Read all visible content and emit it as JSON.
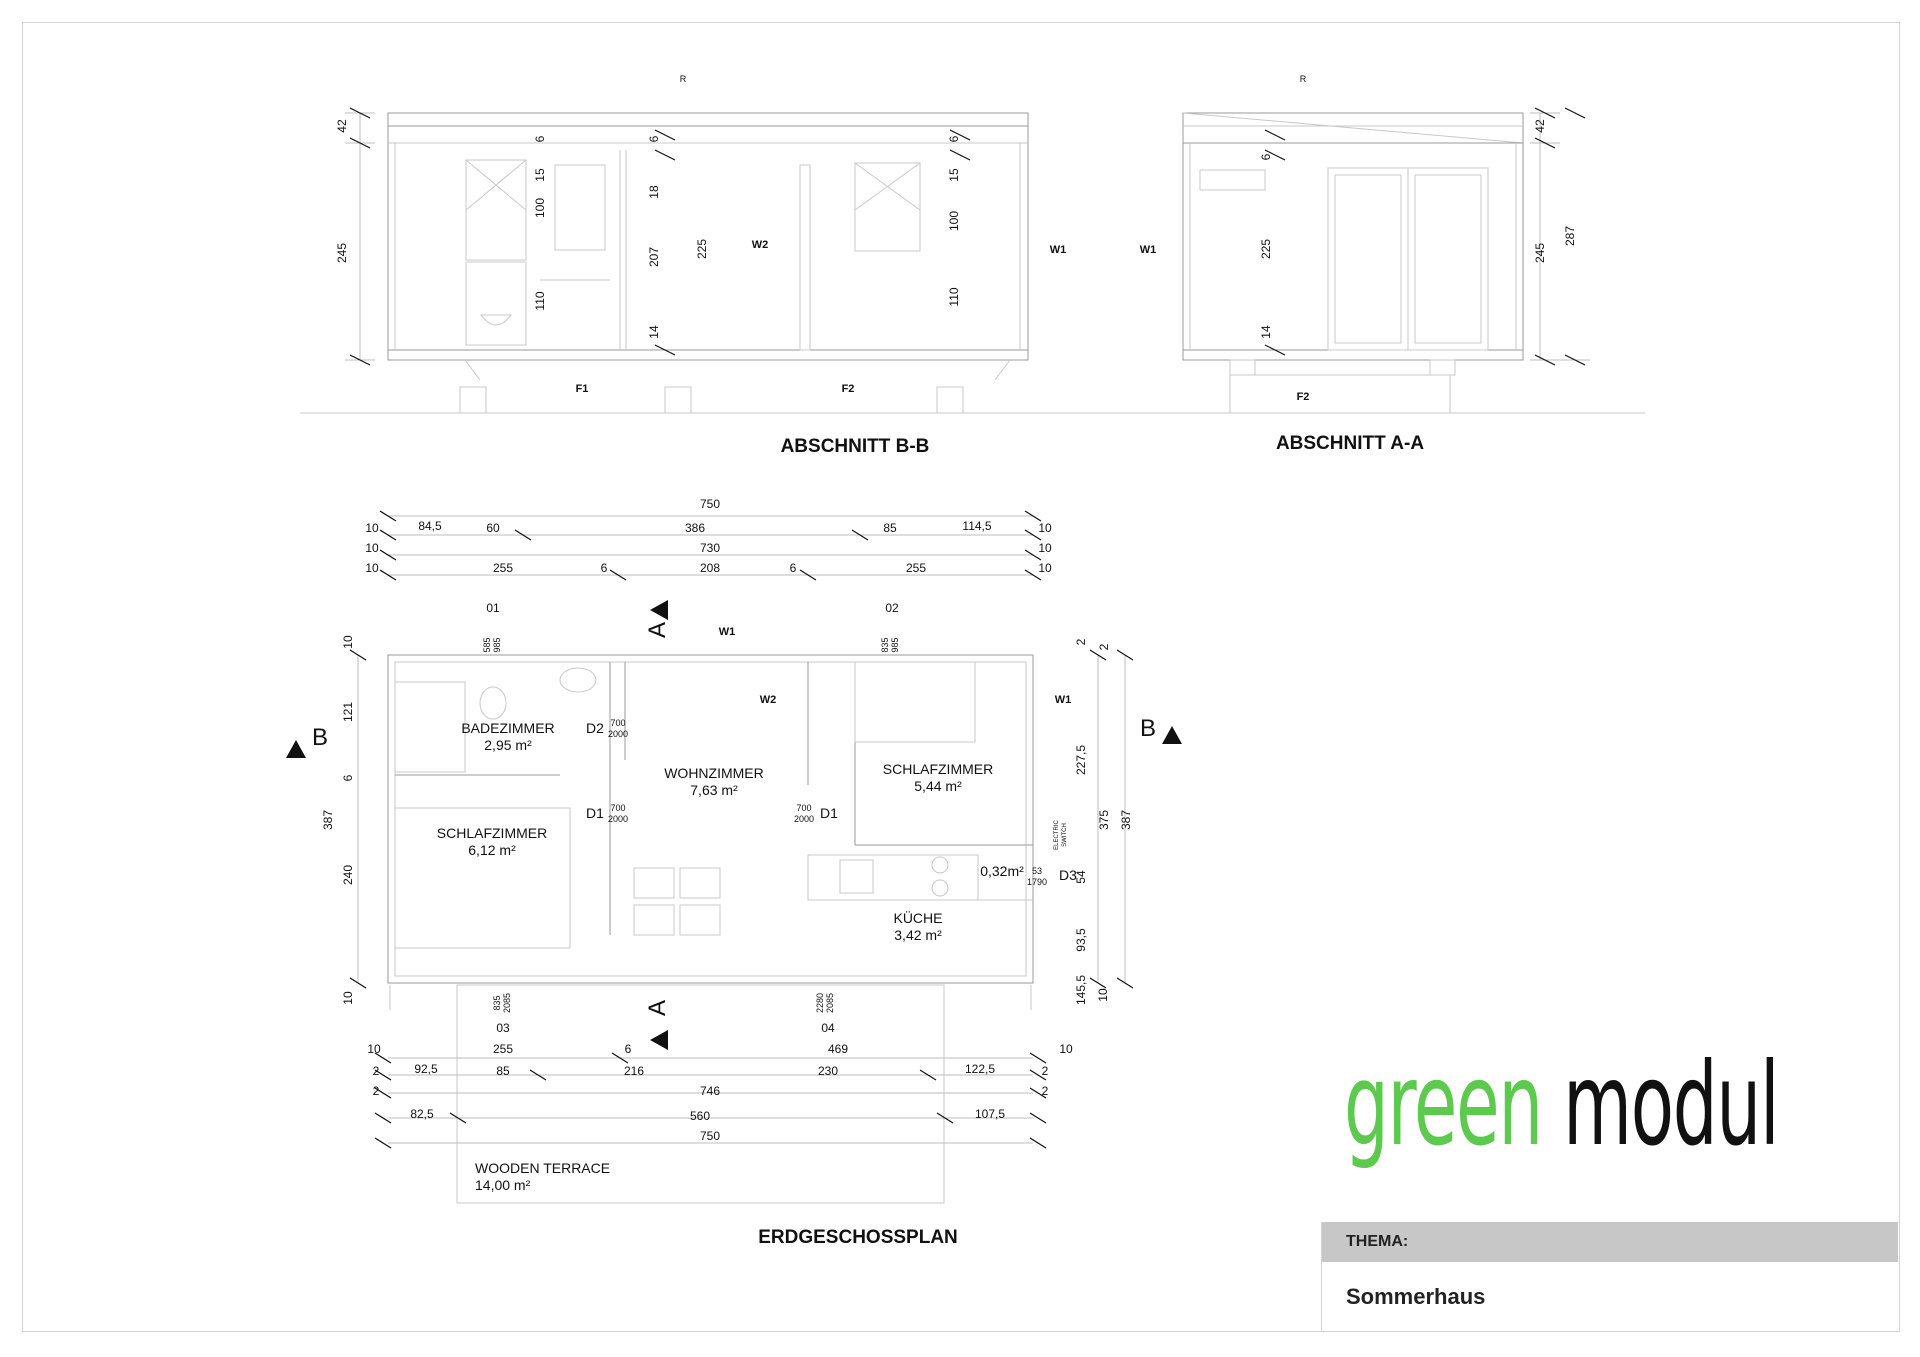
{
  "sections": {
    "bb_title": "ABSCHNITT B-B",
    "aa_title": "ABSCHNITT A-A",
    "plan_title": "ERDGESCHOSSPLAN"
  },
  "section_bb_labels": {
    "roof": "R",
    "h42": "42",
    "h245": "245",
    "h6a": "6",
    "h15a": "15",
    "h100a": "100",
    "h110a": "110",
    "h6b": "6",
    "h18": "18",
    "h207": "207",
    "h14": "14",
    "h225": "225",
    "h6c": "6",
    "h15c": "15",
    "h100c": "100",
    "h110c": "110",
    "w2": "W2",
    "w1": "W1",
    "f1": "F1",
    "f2": "F2"
  },
  "section_aa_labels": {
    "roof": "R",
    "w1": "W1",
    "h6": "6",
    "h225": "225",
    "h14": "14",
    "h42": "42",
    "h245": "245",
    "h287": "287",
    "f2": "F2"
  },
  "plan_top_dims": {
    "d750": "750",
    "d10a": "10",
    "d84_5": "84,5",
    "d60": "60",
    "d386": "386",
    "d85": "85",
    "d114_5": "114,5",
    "d10b": "10",
    "d10c": "10",
    "d730": "730",
    "d10d": "10",
    "d10e": "10",
    "d255": "255",
    "d6a": "6",
    "d208": "208",
    "d6b": "6",
    "d255b": "255",
    "d10f": "10"
  },
  "plan_left_dims": {
    "d10": "10",
    "d121": "121",
    "d6": "6",
    "d387": "387",
    "d240": "240",
    "d10b": "10"
  },
  "plan_right_dims": {
    "d2a": "2",
    "d2b": "2",
    "d227_5": "227,5",
    "d375": "375",
    "d387": "387",
    "d54": "54",
    "d93_5": "93,5",
    "d145_5": "145,5",
    "d10": "10"
  },
  "plan_bottom_dims": {
    "d10a": "10",
    "d255": "255",
    "d6": "6",
    "d469": "469",
    "d10b": "10",
    "d2a": "2",
    "d92_5": "92,5",
    "d85": "85",
    "d216": "216",
    "d230": "230",
    "d122_5": "122,5",
    "d2b": "2",
    "d2c": "2",
    "d746": "746",
    "d2d": "2",
    "d82_5": "82,5",
    "d560": "560",
    "d107_5": "107,5",
    "d750": "750"
  },
  "windows": {
    "w01": "01",
    "w01_a": "585",
    "w01_b": "985",
    "w02": "02",
    "w02_a": "835",
    "w02_b": "985",
    "w03": "03",
    "w03_a": "835",
    "w03_b": "2085",
    "w04": "04",
    "w04_a": "2280",
    "w04_b": "2085"
  },
  "wall_tags": {
    "w1a": "W1",
    "w2": "W2",
    "w1b": "W1"
  },
  "doors": {
    "d2": "D2",
    "d2_w": "700",
    "d2_h": "2000",
    "d1a": "D1",
    "d1a_w": "700",
    "d1a_h": "2000",
    "d1b": "D1",
    "d1b_w": "700",
    "d1b_h": "2000",
    "d3": "D3",
    "d3_w": "53",
    "d3_h": "1790"
  },
  "rooms": [
    {
      "name": "BADEZIMMER",
      "area": "2,95 m²"
    },
    {
      "name": "WOHNZIMMER",
      "area": "7,63 m²"
    },
    {
      "name": "SCHLAFZIMMER",
      "area": "5,44 m²"
    },
    {
      "name": "SCHLAFZIMMER",
      "area": "6,12 m²"
    },
    {
      "name": "KÜCHE",
      "area": "3,42 m²"
    },
    {
      "name": "WOODEN TERRACE",
      "area": "14,00 m²"
    }
  ],
  "small_area": "0,32m²",
  "electric": {
    "l1": "ELECTRIC",
    "l2": "SWITCH"
  },
  "section_marks": {
    "a_top": "A",
    "a_bottom": "A",
    "b_left": "B",
    "b_right": "B"
  },
  "logo": {
    "green": "green",
    "modul": " modul"
  },
  "title_block": {
    "label": "THEMA:",
    "value": "Sommerhaus"
  },
  "colors": {
    "brand_green": "#5ec94f",
    "header_gray": "#c7c7c7"
  }
}
